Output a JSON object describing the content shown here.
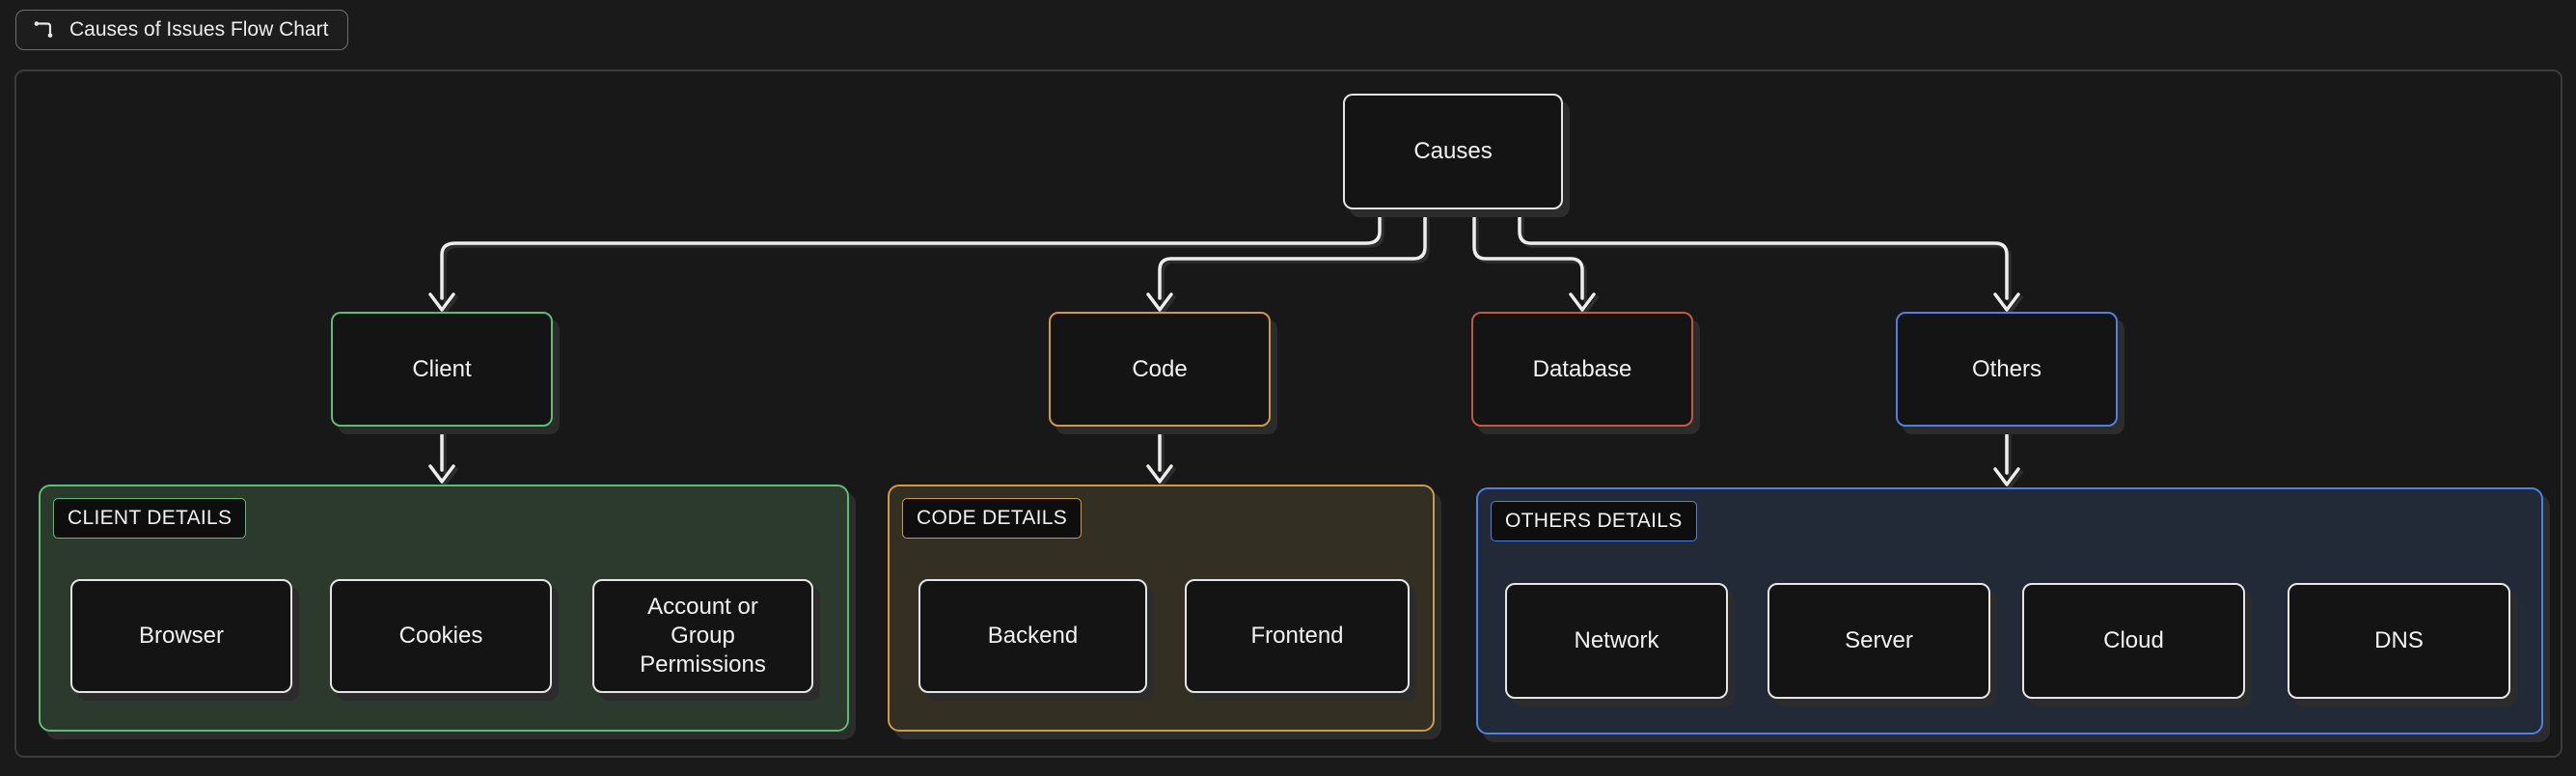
{
  "app": {
    "title_button": {
      "label": "Causes of Issues Flow Chart",
      "icon": "flowchart-connector-icon"
    }
  },
  "colors": {
    "background": "#1a1a1a",
    "panel_border": "#3b3b3b",
    "node_border": "#e5e5e5",
    "edge": "#ededed",
    "text": "#f2f2f2",
    "green": "#5dbd72",
    "green_fill": "#2c3a2e",
    "gold": "#cf9a42",
    "gold_fill": "#332f23",
    "red": "#c05a47",
    "blue": "#4d80e2",
    "blue_fill": "#222937"
  },
  "diagram": {
    "root": {
      "label": "Causes"
    },
    "branches": [
      {
        "label": "Client",
        "accent": "green"
      },
      {
        "label": "Code",
        "accent": "gold"
      },
      {
        "label": "Database",
        "accent": "red"
      },
      {
        "label": "Others",
        "accent": "blue"
      }
    ],
    "subgraphs": [
      {
        "title": "CLIENT DETAILS",
        "accent": "green",
        "children": [
          {
            "label": "Browser"
          },
          {
            "label": "Cookies"
          },
          {
            "label": "Account or Group Permissions"
          }
        ]
      },
      {
        "title": "CODE DETAILS",
        "accent": "gold",
        "children": [
          {
            "label": "Backend"
          },
          {
            "label": "Frontend"
          }
        ]
      },
      {
        "title": "OTHERS DETAILS",
        "accent": "blue",
        "children": [
          {
            "label": "Network"
          },
          {
            "label": "Server"
          },
          {
            "label": "Cloud"
          },
          {
            "label": "DNS"
          }
        ]
      }
    ],
    "edges": [
      {
        "from": "Causes",
        "to": "Client"
      },
      {
        "from": "Causes",
        "to": "Code"
      },
      {
        "from": "Causes",
        "to": "Database"
      },
      {
        "from": "Causes",
        "to": "Others"
      },
      {
        "from": "Client",
        "to": "CLIENT DETAILS"
      },
      {
        "from": "Code",
        "to": "CODE DETAILS"
      },
      {
        "from": "Others",
        "to": "OTHERS DETAILS"
      }
    ]
  }
}
